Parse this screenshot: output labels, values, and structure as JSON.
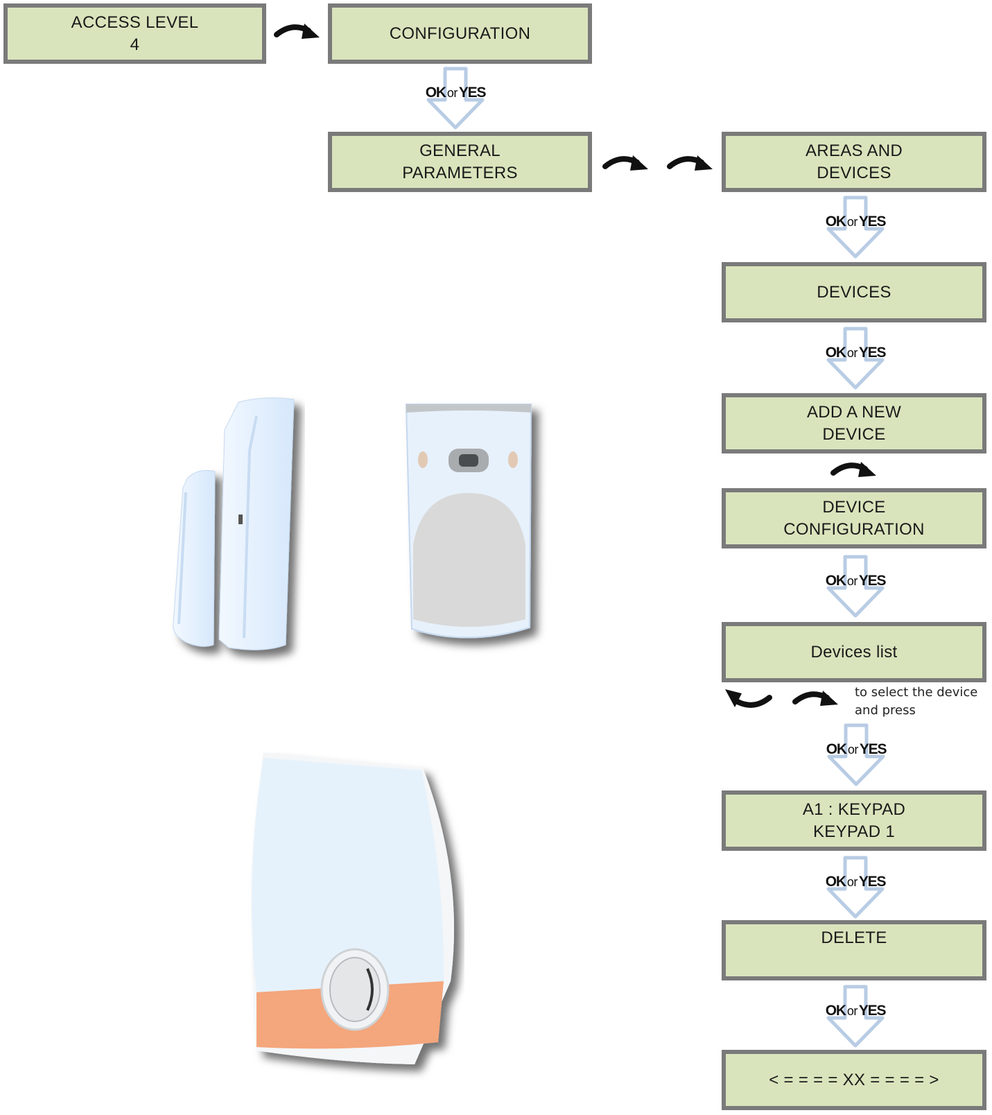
{
  "boxes": {
    "access_level": [
      "ACCESS LEVEL",
      "4"
    ],
    "configuration": [
      "CONFIGURATION"
    ],
    "general_parameters": [
      "GENERAL",
      "PARAMETERS"
    ],
    "areas_and_devices": [
      "AREAS AND",
      "DEVICES"
    ],
    "devices": [
      "DEVICES"
    ],
    "add_new_device": [
      "ADD A NEW",
      "DEVICE"
    ],
    "device_configuration": [
      "DEVICE",
      "CONFIGURATION"
    ],
    "devices_list": [
      "Devices list"
    ],
    "keypad": [
      "A1 : KEYPAD",
      "KEYPAD 1"
    ],
    "delete": [
      "DELETE"
    ],
    "xx": [
      "< = = = = XX = = = = >"
    ]
  },
  "confirm": {
    "ok": "OK",
    "or": "or",
    "yes": "YES"
  },
  "note": {
    "line1": "to select the device",
    "line2": "and press"
  },
  "colors": {
    "lcd_fill": "#d9e4bc",
    "lcd_border": "#7a7a7a",
    "arrow_outline": "#b8cce4"
  },
  "icons": [
    "curved-arrow-right-icon",
    "curved-arrow-left-icon",
    "down-arrow-icon",
    "door-contact-sensor-icon",
    "motion-detector-icon",
    "outdoor-siren-icon"
  ]
}
